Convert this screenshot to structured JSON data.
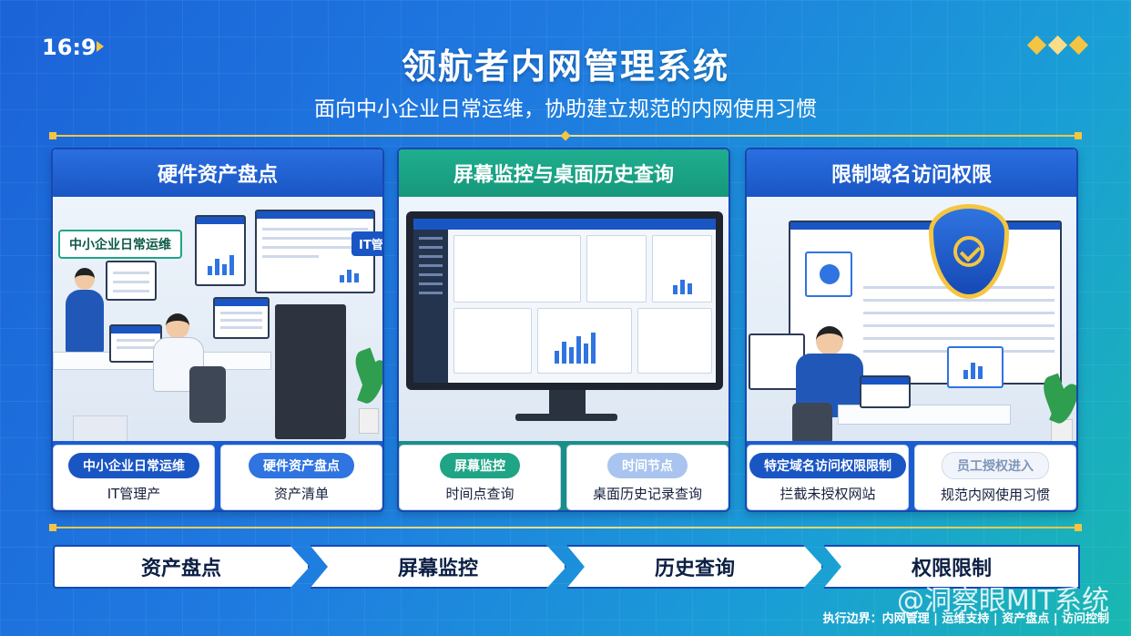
{
  "ratio": "16:9",
  "title": "领航者内网管理系统",
  "subtitle": "面向中小企业日常运维，协助建立规范的内网使用习惯",
  "panels": [
    {
      "header": "硬件资产盘点",
      "scene_labels": [
        "中小企业日常运维",
        "IT管"
      ],
      "cards": [
        {
          "pill": "中小企业日常运维",
          "text": "IT管理产"
        },
        {
          "pill": "硬件资产盘点",
          "text": "资产清单"
        }
      ]
    },
    {
      "header": "屏幕监控与桌面历史查询",
      "cards": [
        {
          "pill": "屏幕监控",
          "text": "时间点查询"
        },
        {
          "pill": "时间节点",
          "text": "桌面历史记录查询"
        }
      ]
    },
    {
      "header": "限制域名访问权限",
      "cards": [
        {
          "pill": "特定域名访问权限限制",
          "text": "拦截未授权网站"
        },
        {
          "pill": "员工授权进入",
          "text": "规范内网使用习惯"
        }
      ]
    }
  ],
  "steps": [
    "资产盘点",
    "屏幕监控",
    "历史查询",
    "权限限制"
  ],
  "watermark": "@洞察眼MIT系统",
  "footer": "执行边界：内网管理 | 运维支持 | 资产盘点 | 访问控制",
  "colors": {
    "accent": "#1a55c4",
    "gold": "#f4c542",
    "green": "#1fa586"
  }
}
